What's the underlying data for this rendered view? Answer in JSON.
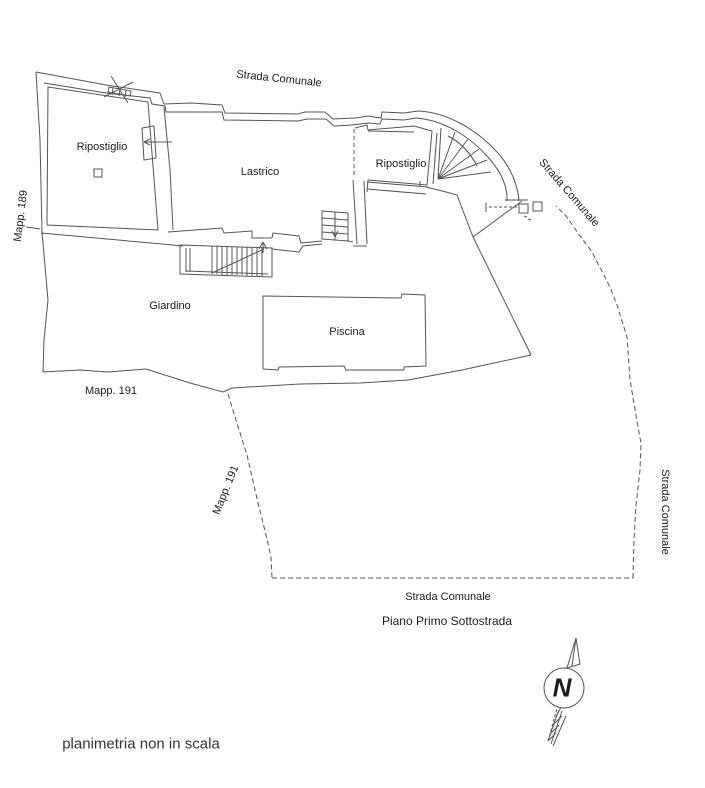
{
  "roads": {
    "top": "Strada Comunale",
    "right_upper": "Strada Comunale",
    "right_lower": "Strada Comunale",
    "bottom": "Strada Comunale"
  },
  "rooms": {
    "storage_left": "Ripostiglio",
    "terrace": "Lastrico",
    "storage_right": "Ripostiglio",
    "garden": "Giardino",
    "pool": "Piscina"
  },
  "parcels": {
    "mapp_189": "Mapp. 189",
    "mapp_191": "Mapp. 191",
    "mapp_191_diagonal": "Mapp. 191"
  },
  "floor_label": "Piano Primo Sottostrada",
  "scale_note": "planimetria non in scala",
  "compass": {
    "north": "N"
  },
  "colors": {
    "line": "#555555",
    "text": "#1c1c1c",
    "background": "#ffffff"
  }
}
